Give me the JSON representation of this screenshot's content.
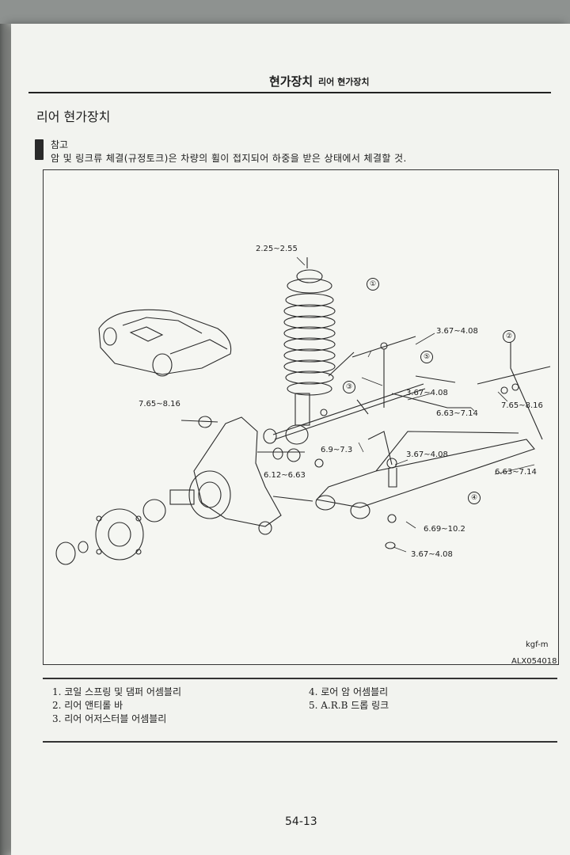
{
  "header": {
    "main_title": "현가장치",
    "sub_title": "리어 현가장치"
  },
  "section_title": "리어 현가장치",
  "note": {
    "label": "참고",
    "text": "암 및 링크류 체결(규정토크)은 차량의 휠이 접지되어 하중을 받은 상태에서 체결할 것."
  },
  "figure": {
    "torque_labels": [
      "2.25~2.55",
      "3.67~4.08",
      "3.67~4.08",
      "7.65~8.16",
      "7.65~8.16",
      "6.63~7.14",
      "6.9~7.3",
      "6.12~6.63",
      "3.67~4.08",
      "6.63~7.14",
      "6.69~10.2",
      "3.67~4.08"
    ],
    "callouts": [
      "①",
      "②",
      "③",
      "④",
      "⑤"
    ],
    "unit": "kgf-m",
    "figure_id": "ALX054018"
  },
  "legend": {
    "left": [
      "1. 코일 스프링 및 댐퍼 어셈블리",
      "2. 리어 앤티롤 바",
      "3. 리어 어저스터블 어셈블리"
    ],
    "right": [
      "4. 로어 암 어셈블리",
      "5. A.R.B 드롭 링크"
    ]
  },
  "page_number": "54-13"
}
